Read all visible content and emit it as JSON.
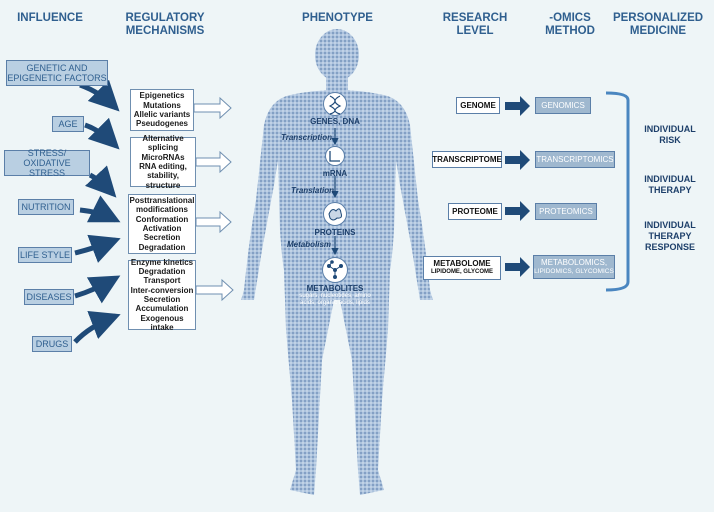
{
  "headers": {
    "influence": "INFLUENCE",
    "regulatory": [
      "REGULATORY",
      "MECHANISMS"
    ],
    "phenotype": "PHENOTYPE",
    "research": [
      "RESEARCH",
      "LEVEL"
    ],
    "omics": [
      "-OMICS",
      "METHOD"
    ],
    "personalized": [
      "PERSONALIZED",
      "MEDICINE"
    ]
  },
  "influences": [
    [
      "GENETIC AND",
      "EPIGENETIC FACTORS"
    ],
    [
      "AGE"
    ],
    [
      "STRESS/",
      "OXIDATIVE STRESS"
    ],
    [
      "NUTRITION"
    ],
    [
      "LIFE STYLE"
    ],
    [
      "DISEASES"
    ],
    [
      "DRUGS"
    ]
  ],
  "mechanisms": [
    [
      "Epigenetics",
      "Mutations",
      "Allelic variants",
      "Pseudogenes"
    ],
    [
      "Alternative",
      "splicing",
      "MicroRNAs",
      "RNA editing,",
      "stability, structure"
    ],
    [
      "Posttranslational",
      "modifications",
      "Conformation",
      "Activation",
      "Secretion",
      "Degradation"
    ],
    [
      "Enzyme kinetics",
      "Degradation",
      "Transport",
      "Inter-conversion",
      "Secretion",
      "Accumulation",
      "Exogenous intake"
    ]
  ],
  "phenotype": {
    "genes": "GENES, DNA",
    "transcription": "Transcription",
    "mrna": "mRNA",
    "translation": "Translation",
    "proteins": "PROTEINS",
    "metabolism": "Metabolism",
    "metabolites": "METABOLITES",
    "metabolites_sub": [
      "sugars, nucleotides, amino",
      "acids, organic acids, lipids"
    ]
  },
  "levels": [
    {
      "level": [
        "GENOME"
      ],
      "omics": [
        "GENOMICS"
      ]
    },
    {
      "level": [
        "TRANSCRIPTOME"
      ],
      "omics": [
        "TRANSCRIPTOMICS"
      ]
    },
    {
      "level": [
        "PROTEOME"
      ],
      "omics": [
        "PROTEOMICS"
      ]
    },
    {
      "level": [
        "METABOLOME",
        "LIPIDOME, GLYCOME"
      ],
      "omics": [
        "METABOLOMICS,",
        "LIPIDOMICS, GLYCOMICS"
      ]
    }
  ],
  "personalized": [
    [
      "INDIVIDUAL",
      "RISK"
    ],
    [
      "INDIVIDUAL",
      "THERAPY"
    ],
    [
      "INDIVIDUAL",
      "THERAPY",
      "RESPONSE"
    ]
  ],
  "colors": {
    "dark_arrow": "#1f4a78",
    "body_fill": "#7f9fc7",
    "accent": "#2f5f8f"
  }
}
